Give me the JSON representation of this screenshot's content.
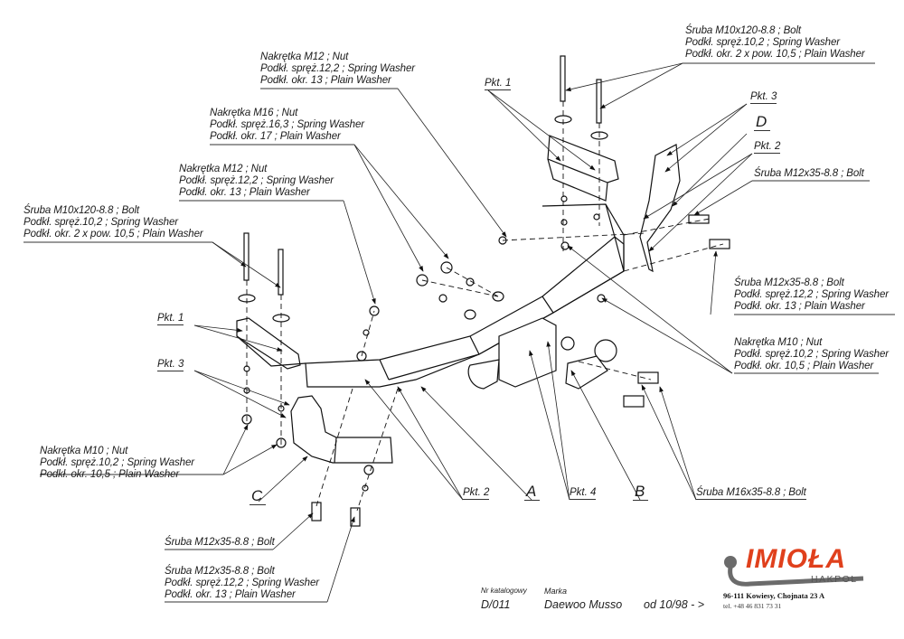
{
  "callouts": {
    "bolt_m10_right": [
      "Śruba M10x120-8.8 ;  Bolt",
      "Podkł. spręż.10,2 ; Spring Washer",
      "Podkł. okr. 2 x pow. 10,5 ; Plain Washer"
    ],
    "nut_m12_top": [
      "Nakrętka  M12 ; Nut",
      "Podkł. spręż.12,2 ; Spring Washer",
      "Podkł. okr. 13 ; Plain Washer"
    ],
    "nut_m16": [
      "Nakrętka  M16 ; Nut",
      "Podkł. spręż.16,3 ; Spring Washer",
      "Podkł. okr. 17 ; Plain Washer"
    ],
    "nut_m12_mid": [
      "Nakrętka  M12 ; Nut",
      "Podkł. spręż.12,2 ; Spring Washer",
      "Podkł. okr. 13 ; Plain Washer"
    ],
    "bolt_m10_left": [
      "Śruba M10x120-8.8 ;  Bolt",
      "Podkł. spręż.10,2 ; Spring Washer",
      "Podkł. okr. 2 x pow. 10,5 ; Plain Washer"
    ],
    "bolt_m12_right_single": [
      "Śruba M12x35-8.8 ;  Bolt"
    ],
    "bolt_m12_right": [
      "Śruba M12x35-8.8 ;  Bolt",
      "Podkł. spręż.12,2 ; Spring Washer",
      "Podkł. okr. 13 ; Plain Washer"
    ],
    "nut_m10_right": [
      "Nakrętka  M10 ; Nut",
      "Podkł. spręż.10,2 ; Spring Washer",
      "Podkł. okr. 10,5 ; Plain Washer"
    ],
    "nut_m10_left": [
      "Nakrętka  M10 ; Nut",
      "Podkł. spręż.10,2 ; Spring Washer",
      "Podkł. okr. 10,5 ; Plain Washer"
    ],
    "bolt_m12_bottom_single": [
      "Śruba M12x35-8.8 ;  Bolt"
    ],
    "bolt_m12_bottom": [
      "Śruba M12x35-8.8 ;  Bolt",
      "Podkł. spręż.12,2 ; Spring Washer",
      "Podkł. okr. 13 ; Plain Washer"
    ],
    "bolt_m16": [
      "Śruba M16x35-8.8 ;  Bolt"
    ]
  },
  "points": {
    "pkt1_top": "Pkt. 1",
    "pkt3_right": "Pkt. 3",
    "pkt2_right": "Pkt. 2",
    "pkt1_left": "Pkt. 1",
    "pkt3_left": "Pkt. 3",
    "pkt2_bottom": "Pkt. 2",
    "pkt4_bottom": "Pkt. 4"
  },
  "parts": {
    "A": "A",
    "B": "B",
    "C": "C",
    "D": "D"
  },
  "title_block": {
    "catalog_label": "Nr katalogowy",
    "catalog_number": "D/011",
    "make_label": "Marka",
    "make": "Daewoo Musso",
    "since": "od  10/98 - >"
  },
  "brand": {
    "name": "IMIOŁA",
    "sub": "HAKPOL",
    "address": "96-111 Kowiesy, Chojnata 23 A",
    "phone": "tel. +48 46 831 73 31",
    "accent_color": "#e0401c",
    "grey_color": "#6b6b6b"
  }
}
